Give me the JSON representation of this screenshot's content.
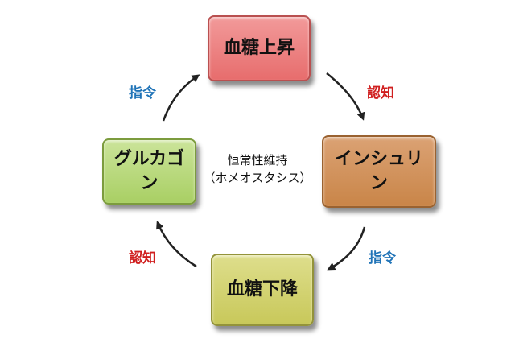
{
  "nodes": {
    "top": "血糖上昇",
    "right_line1": "インシュリ",
    "right_line2": "ン",
    "bottom": "血糖下降",
    "left_line1": "グルカゴ",
    "left_line2": "ン"
  },
  "center": {
    "line1": "恒常性維持",
    "line2": "（ホメオスタシス）"
  },
  "edges": {
    "top_left": "指令",
    "top_right": "認知",
    "bottom_right": "指令",
    "bottom_left": "認知"
  },
  "colors": {
    "command": "#1f73b7",
    "recognition": "#d01f1f",
    "top_node": "#e76d6d",
    "right_node": "#c98548",
    "bottom_node": "#c8c85a",
    "left_node": "#a9cf64"
  }
}
